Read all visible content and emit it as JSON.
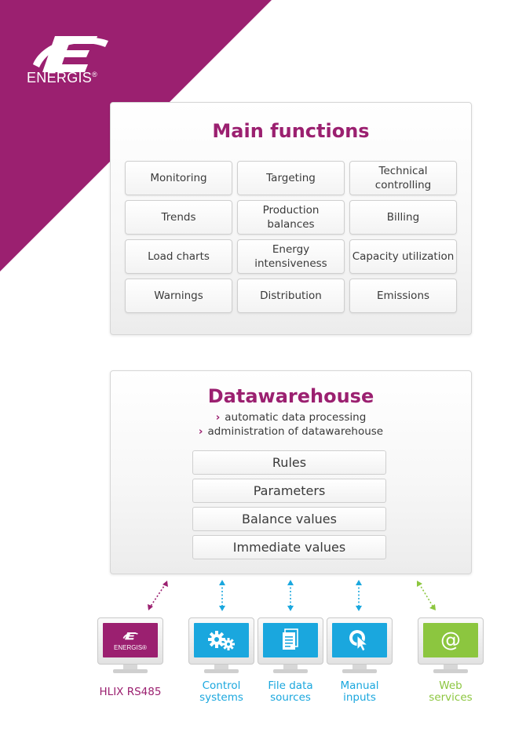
{
  "brand": {
    "name": "ENERGIS",
    "registered": "®",
    "color_primary": "#9b2070",
    "color_blue": "#1aa7de",
    "color_green": "#8cc63f"
  },
  "main_functions": {
    "title": "Main functions",
    "items": [
      "Monitoring",
      "Targeting",
      "Technical controlling",
      "Trends",
      "Production balances",
      "Billing",
      "Load charts",
      "Energy intensiveness",
      "Capacity utilization",
      "Warnings",
      "Distribution",
      "Emissions"
    ]
  },
  "datawarehouse": {
    "title": "Datawarehouse",
    "bullets": [
      "automatic data processing",
      "administration of datawarehouse"
    ],
    "layers": [
      "Rules",
      "Parameters",
      "Balance values",
      "Immediate values"
    ]
  },
  "sources": [
    {
      "label_lines": [
        "HLIX RS485"
      ],
      "screen": "energis-logo",
      "color": "#9b2070",
      "arrow_color": "#9b2070"
    },
    {
      "label_lines": [
        "Control",
        "systems"
      ],
      "icon": "gears-icon",
      "color": "#1aa7de",
      "arrow_color": "#1aa7de"
    },
    {
      "label_lines": [
        "File data",
        "sources"
      ],
      "icon": "document-icon",
      "color": "#1aa7de",
      "arrow_color": "#1aa7de"
    },
    {
      "label_lines": [
        "Manual",
        "inputs"
      ],
      "icon": "cursor-icon",
      "color": "#1aa7de",
      "arrow_color": "#1aa7de"
    },
    {
      "label_lines": [
        "Web",
        "services"
      ],
      "icon": "at-icon",
      "color": "#8cc63f",
      "arrow_color": "#8cc63f"
    }
  ]
}
